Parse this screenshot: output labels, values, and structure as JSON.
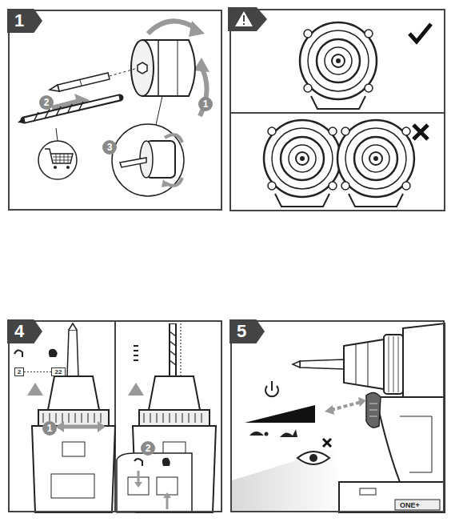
{
  "diagram": {
    "nodes": [
      {
        "text": [
          "1"
        ]
      },
      {
        "text": [
          "1"
        ],
        "in": 0
      },
      {
        "text": [
          "2"
        ],
        "in": 0
      },
      {
        "text": [
          "3"
        ],
        "in": 0
      },
      {
        "text": [
          "4"
        ]
      },
      {
        "text": [
          "2"
        ],
        "in": 4
      },
      {
        "text": [
          "22"
        ],
        "in": 4
      },
      {
        "text": [
          "1"
        ],
        "in": 4
      },
      {
        "text": [
          "2"
        ],
        "in": 4
      },
      {
        "text": [
          "5"
        ]
      }
    ],
    "edges": [
      {
        "from": 5,
        "to": 6,
        "arrow": "none"
      }
    ],
    "labels": [
      "ONE+"
    ]
  }
}
